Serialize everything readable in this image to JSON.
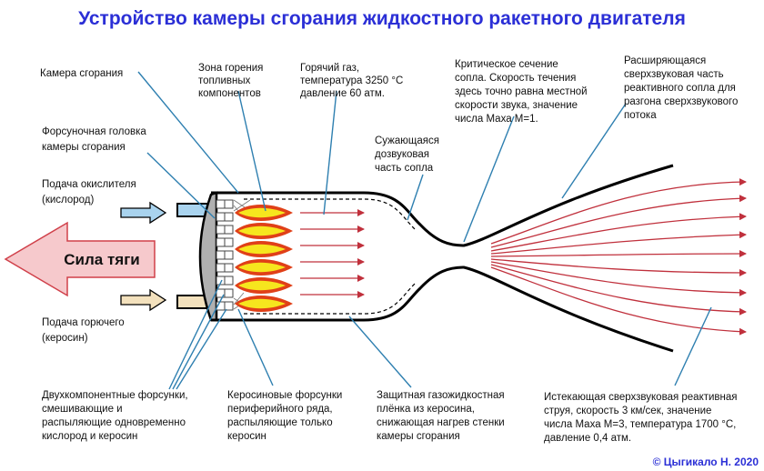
{
  "title": "Устройство камеры сгорания жидкостного ракетного двигателя",
  "thrust_label": "Сила тяги",
  "copyright": "© Цыгикало Н. 2020",
  "colors": {
    "title": "#2b2fd6",
    "leader": "#2e7fb0",
    "flow_arrow": "#c0303c",
    "thrust_fill": "#f6c9cc",
    "thrust_stroke": "#d0404a",
    "flame_outer": "#e04018",
    "flame_inner": "#f6e61e",
    "head": "#b0b0b0",
    "oxidizer_arrow": "#a9d3ee",
    "fuel_arrow": "#f3e1bd"
  },
  "labels": {
    "chamber": [
      "Камера сгорания"
    ],
    "burn_zone": [
      "Зона горения",
      "топливных",
      "компонентов"
    ],
    "hot_gas": [
      "Горячий газ,",
      "температура 3250 °С",
      "давление 60 атм."
    ],
    "critical": [
      "Критическое сечение",
      "сопла. Скорость течения",
      "здесь точно равна местной",
      "скорости звука, значение",
      "числа Маха М=1."
    ],
    "diverging": [
      "Расширяющаяся",
      "сверхзвуковая часть",
      "реактивного сопла для",
      "разгона сверхзвукового",
      "потока"
    ],
    "injector_head": [
      "Форсуночная головка",
      "камеры сгорания"
    ],
    "converging": [
      "Сужающаяся",
      "дозвуковая",
      "часть сопла"
    ],
    "oxidizer": [
      "Подача окислителя",
      "(кислород)"
    ],
    "fuel": [
      "Подача горючего",
      "(керосин)"
    ],
    "bipropellant": [
      "Двухкомпонентные форсунки,",
      "смешивающие и",
      "распыляющие одновременно",
      "кислород и керосин"
    ],
    "kerosene_injectors": [
      "Керосиновые форсунки",
      "периферийного ряда,",
      "распыляющие только",
      "керосин"
    ],
    "film": [
      "Защитная газожидкостная",
      "плёнка из керосина,",
      "снижающая нагрев стенки",
      "камеры сгорания"
    ],
    "exhaust": [
      "Истекающая сверхзвуковая реактивная",
      "струя, скорость 3 км/сек, значение",
      "числа Маха М=3, температура 1700 °С,",
      "давление 0,4 атм."
    ]
  }
}
